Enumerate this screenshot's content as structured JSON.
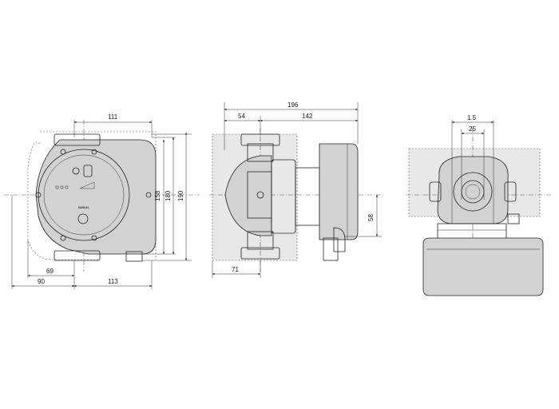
{
  "views": {
    "front": {
      "dimensions": {
        "top_width": "111",
        "height_inner": "158",
        "height_mid": "180",
        "height_outer": "190",
        "left_offset": "69",
        "bottom_left": "90",
        "bottom_right": "113"
      },
      "control_label": "MANUAL"
    },
    "side": {
      "dimensions": {
        "overall": "196",
        "left_part": "54",
        "right_part": "142",
        "flange_offset": "71",
        "axis_height": "58"
      }
    },
    "end": {
      "dimensions": {
        "top_small": "1.5",
        "inner": "25"
      }
    }
  }
}
